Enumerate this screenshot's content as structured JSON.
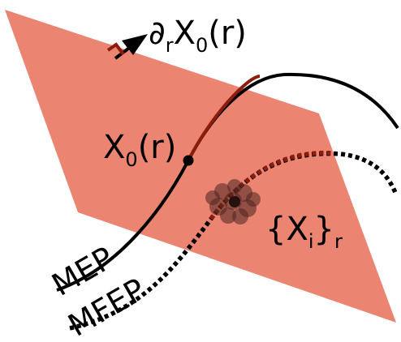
{
  "colors": {
    "plane": "#eb8470",
    "curve": "#000000",
    "curve_on_plane": "#8c1c0c",
    "cluster": "#4a2520",
    "background": "#ffffff"
  },
  "labels": {
    "tangent": {
      "base": "∂",
      "sub1": "r",
      "main": "X",
      "sub2": "0",
      "arg": "(r)"
    },
    "point": {
      "main": "X",
      "sub": "0",
      "arg": "(r)"
    },
    "cluster": {
      "open": "{X",
      "sub_i": "i",
      "close": "}",
      "sub_r": "r"
    },
    "mep": "MEP",
    "mfep": "MFEP"
  }
}
